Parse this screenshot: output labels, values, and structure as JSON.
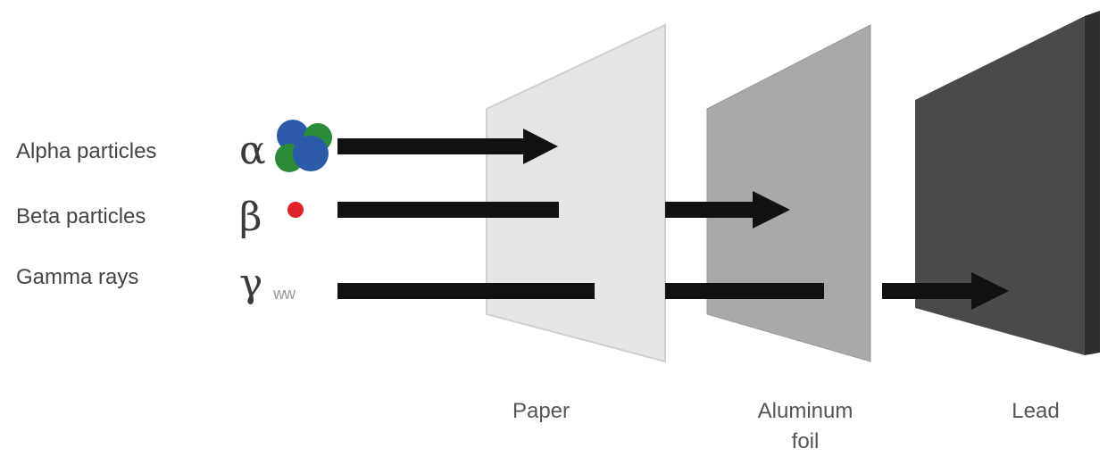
{
  "rows": {
    "alpha": {
      "label": "Alpha particles",
      "symbol": "α",
      "particle_colors": [
        "#2a8a3a",
        "#2a5aa8"
      ]
    },
    "beta": {
      "label": "Beta particles",
      "symbol": "β",
      "particle_color": "#e0222a"
    },
    "gamma": {
      "label": "Gamma rays",
      "symbol": "γ",
      "wave": "ww"
    }
  },
  "shields": {
    "paper": {
      "label": "Paper",
      "color": "#e6e6e6"
    },
    "aluminum": {
      "label_line1": "Aluminum",
      "label_line2": "foil",
      "color": "#a9a9a9"
    },
    "lead": {
      "label": "Lead",
      "front_color": "#4a4a4a",
      "side_color": "#2e2e2e"
    }
  },
  "arrow_color": "#111111"
}
